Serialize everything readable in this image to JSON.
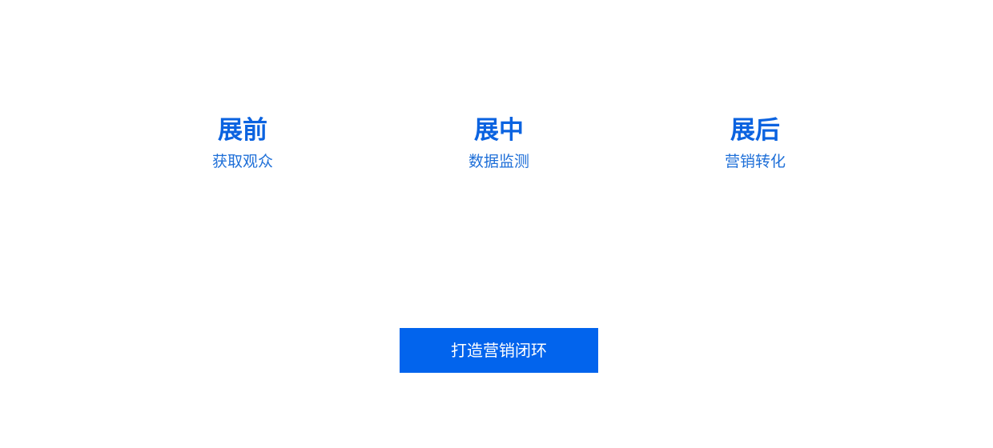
{
  "stages": [
    {
      "title": "展前",
      "subtitle": "获取观众"
    },
    {
      "title": "展中",
      "subtitle": "数据监测"
    },
    {
      "title": "展后",
      "subtitle": "营销转化"
    }
  ],
  "cta": {
    "label": "打造营销闭环"
  },
  "colors": {
    "accent": "#0264ed",
    "title_text": "#0b63e0",
    "background": "#ffffff"
  }
}
